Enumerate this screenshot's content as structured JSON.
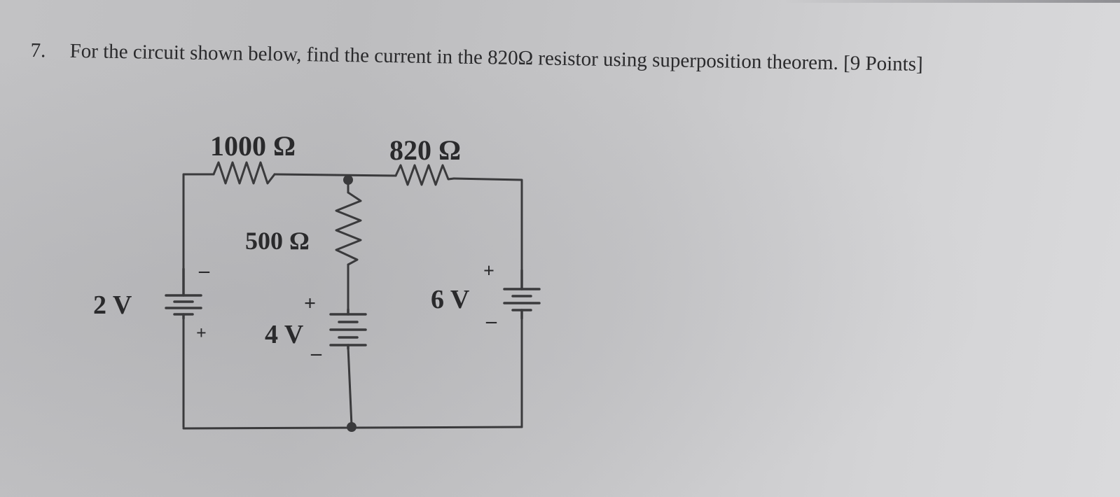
{
  "question": {
    "number": "7.",
    "text": "For the circuit shown below, find the current in the 820Ω resistor using superposition theorem. [9 Points]"
  },
  "circuit": {
    "resistors": {
      "r1": "1000 Ω",
      "r2": "820 Ω",
      "r3": "500 Ω"
    },
    "sources": {
      "v1": "2 V",
      "v2": "4 V",
      "v3": "6 V"
    },
    "polarity": {
      "plus": "+",
      "minus": "–"
    }
  }
}
